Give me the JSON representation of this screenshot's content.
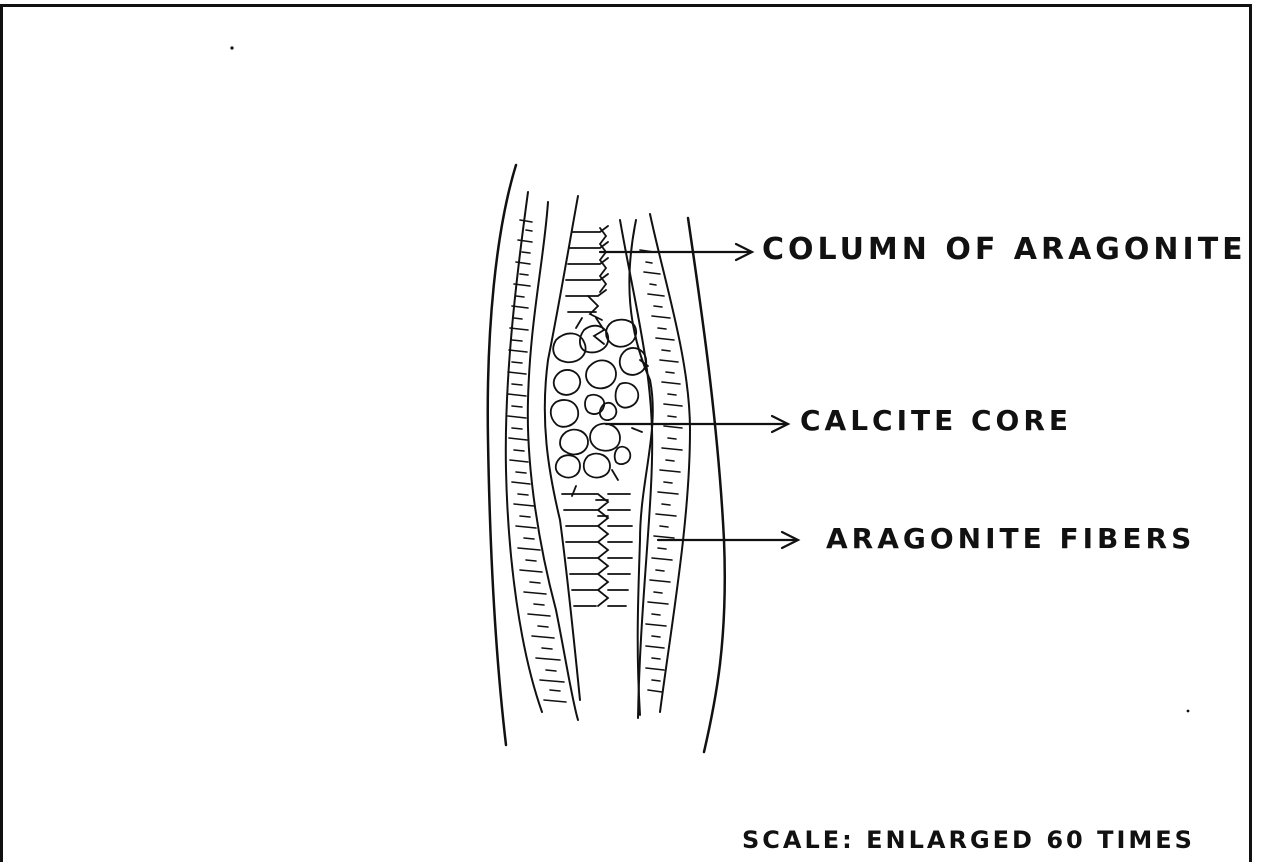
{
  "labels": {
    "column": "COLUMN  OF ARAGONITE",
    "calcite": "CALCITE  CORE",
    "fibers": "ARAGONITE FIBERS",
    "scale": "SCALE: ENLARGED 60 TIMES"
  },
  "colors": {
    "ink": "#111111",
    "background": "#ffffff"
  }
}
